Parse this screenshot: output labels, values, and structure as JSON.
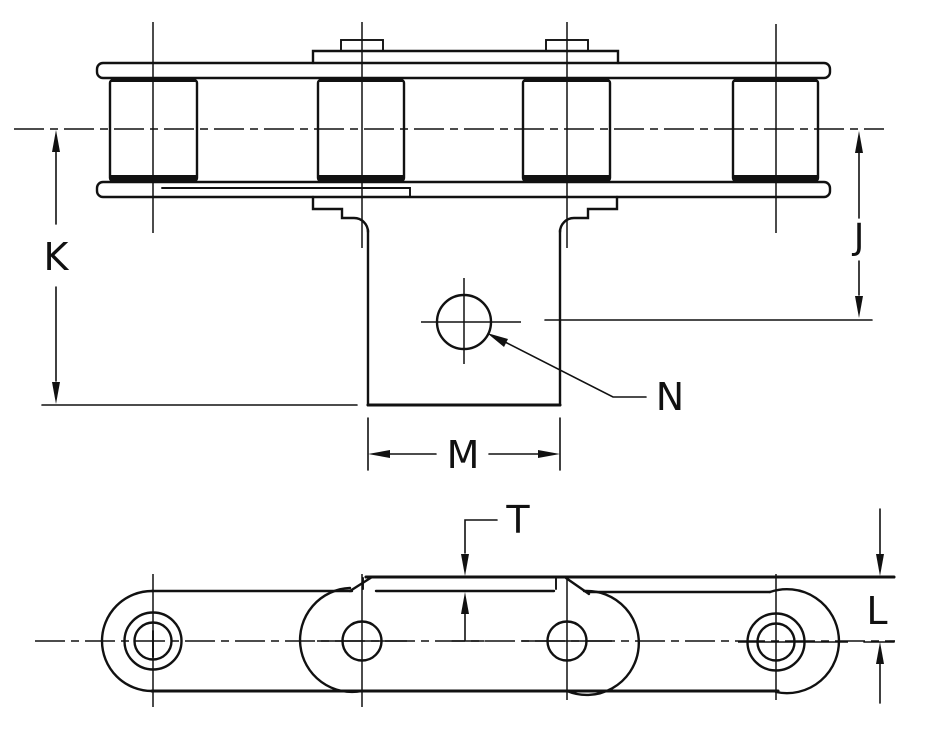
{
  "drawing": {
    "background": "#ffffff",
    "line_color": "#111111",
    "labels": {
      "k": "K",
      "j": "J",
      "m": "M",
      "n": "N",
      "t": "T",
      "l": "L"
    }
  }
}
